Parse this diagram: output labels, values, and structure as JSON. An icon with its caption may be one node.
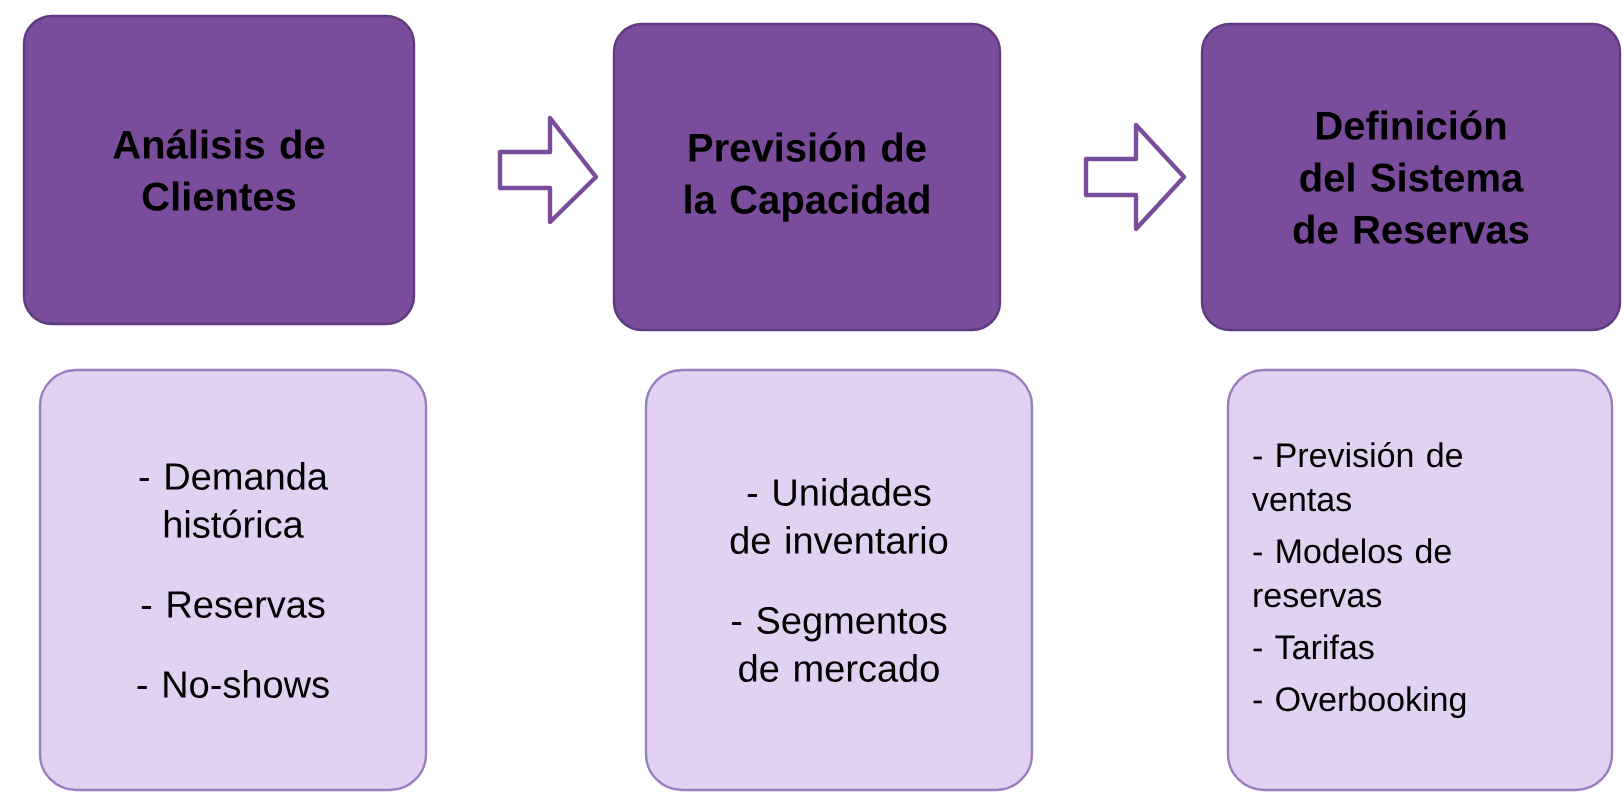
{
  "diagram": {
    "nodes": [
      {
        "text": [
          "Análisis de Clientes"
        ]
      },
      {
        "text": [
          "Previsión de la Capacidad"
        ]
      },
      {
        "text": [
          "Definición del Sistema de Reservas"
        ]
      },
      {
        "text": [
          "- Demanda histórica",
          "- Reservas",
          "- No-shows"
        ]
      },
      {
        "text": [
          "- Unidades de inventario",
          "- Segmentos de mercado"
        ]
      },
      {
        "text": [
          "- Previsión de ventas",
          "- Modelos de reservas",
          "- Tarifas",
          "- Overbooking"
        ]
      }
    ],
    "edges": [
      {
        "from": 0,
        "to": 1,
        "arrow": "to"
      },
      {
        "from": 1,
        "to": 2,
        "arrow": "to"
      }
    ]
  }
}
